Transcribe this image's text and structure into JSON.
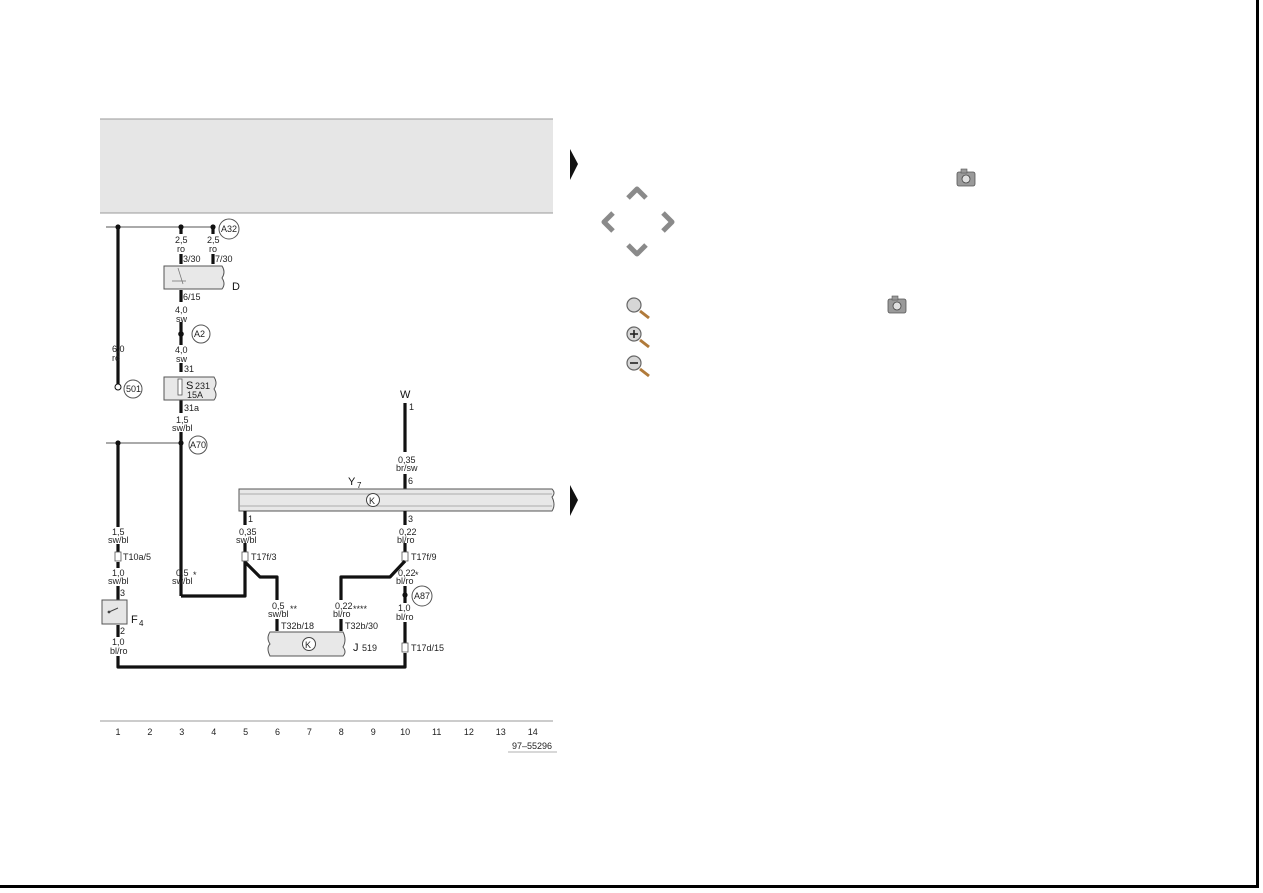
{
  "diagram": {
    "top_refs": {
      "a32": "A32",
      "d": "D",
      "a2": "A2",
      "s231": "S",
      "s231_num": "231",
      "s231_amp": "15A",
      "j501": "501",
      "a70": "A70",
      "w": "W",
      "y7": "Y",
      "y7_sub": "7",
      "a87": "A87",
      "j519": "J",
      "j519_num": "519",
      "f4": "F",
      "f4_sub": "4",
      "k": "K"
    },
    "wires": {
      "w1": {
        "size": "2,5",
        "color": "ro"
      },
      "w2": {
        "size": "2,5",
        "color": "ro"
      },
      "w3": {
        "size": "4,0",
        "color": "sw"
      },
      "w4": {
        "size": "4,0",
        "color": "sw"
      },
      "w5": {
        "size": "6,0",
        "color": "ro"
      },
      "w6": {
        "size": "1,5",
        "color": "sw/bl"
      },
      "w7": {
        "size": "0,35",
        "color": "br/sw"
      },
      "w8": {
        "size": "1,5",
        "color": "sw/bl"
      },
      "w9": {
        "size": "0,35",
        "color": "sw/bl"
      },
      "w10": {
        "size": "0,22",
        "color": "bl/ro"
      },
      "w11": {
        "size": "1,0",
        "color": "sw/bl"
      },
      "w12": {
        "size": "0,5",
        "color": "sw/bl"
      },
      "w13": {
        "size": "0,22",
        "color": "bl/ro"
      },
      "w14": {
        "size": "0,5",
        "color": "sw/bl"
      },
      "w15": {
        "size": "0,22",
        "color": "bl/ro"
      },
      "w16": {
        "size": "1,0",
        "color": "bl/ro"
      },
      "w17": {
        "size": "1,0",
        "color": "bl/ro"
      }
    },
    "pins": {
      "p_3_30": "3/30",
      "p_7_30": "7/30",
      "p_6_15": "6/15",
      "p_31": "31",
      "p_31a": "31a",
      "p_w1": "1",
      "p_y6": "6",
      "p_y1": "1",
      "p_y3": "3",
      "p_f3": "3",
      "p_f2": "2"
    },
    "connectors": {
      "t10a5": "T10a/5",
      "t17f3": "T17f/3",
      "t17f9": "T17f/9",
      "t32b18": "T32b/18",
      "t32b30": "T32b/30",
      "t17d15": "T17d/15"
    },
    "marks": {
      "star1": "*",
      "star2": "**",
      "star3": "*",
      "star4": "****"
    },
    "grid": [
      "1",
      "2",
      "3",
      "4",
      "5",
      "6",
      "7",
      "8",
      "9",
      "10",
      "11",
      "12",
      "13",
      "14"
    ],
    "figure_id": "97–55296"
  },
  "colors": {
    "wire": "#111111",
    "panel": "#e6e6e6",
    "nav_icon": "#9a9a9a"
  },
  "nav": {
    "icons": [
      "arrow-right-icon",
      "camera-icon",
      "chevron-up-icon",
      "chevron-left-icon",
      "chevron-right-icon",
      "chevron-down-icon",
      "zoom-icon",
      "zoom-in-icon",
      "zoom-out-icon"
    ]
  }
}
